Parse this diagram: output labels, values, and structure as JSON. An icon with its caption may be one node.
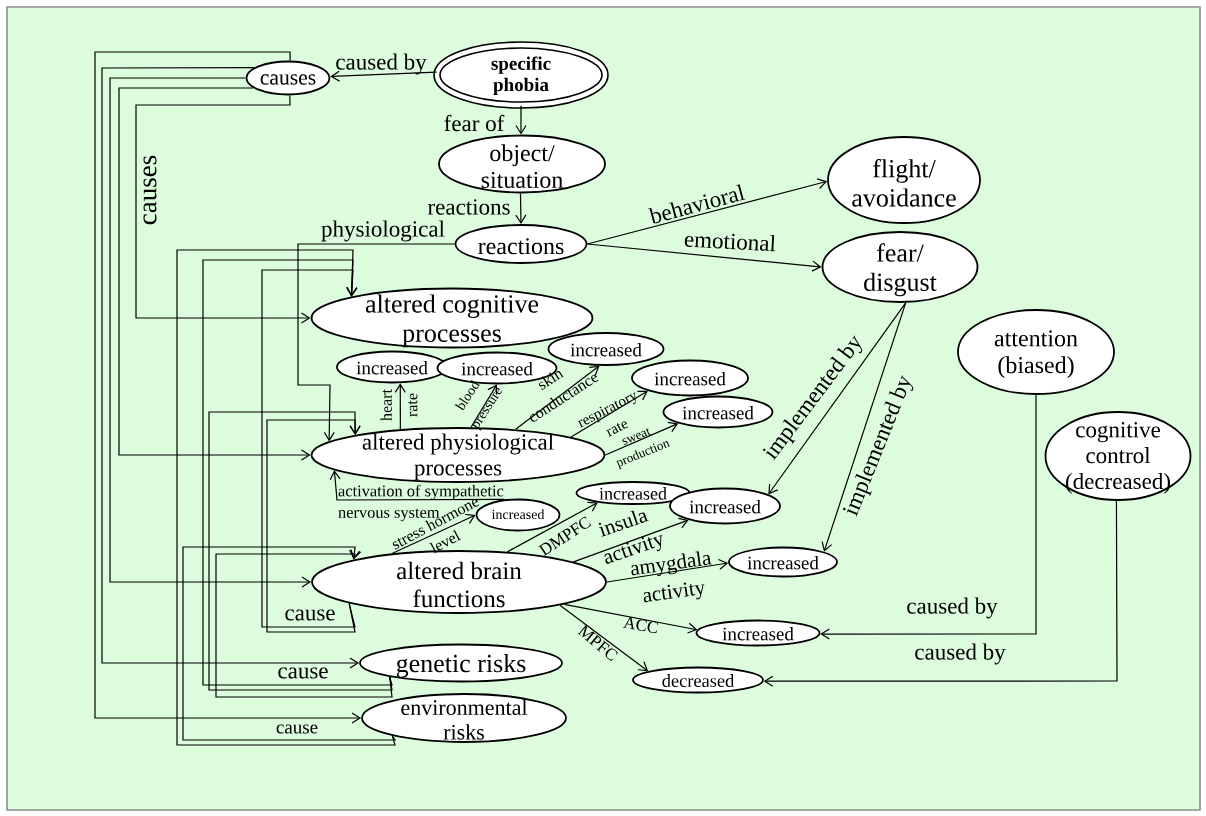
{
  "diagram": {
    "nodes": [
      {
        "text": [
          "causes"
        ]
      },
      {
        "text": [
          "specific phobia"
        ]
      },
      {
        "text": [
          "object/ situation"
        ]
      },
      {
        "text": [
          "reactions"
        ]
      },
      {
        "text": [
          "flight/ avoidance"
        ]
      },
      {
        "text": [
          "fear/ disgust"
        ]
      },
      {
        "text": [
          "altered cognitive processes"
        ]
      },
      {
        "text": [
          "increased"
        ]
      },
      {
        "text": [
          "increased"
        ]
      },
      {
        "text": [
          "increased"
        ]
      },
      {
        "text": [
          "increased"
        ]
      },
      {
        "text": [
          "increased"
        ]
      },
      {
        "text": [
          "altered physiological processes"
        ]
      },
      {
        "text": [
          "increased"
        ]
      },
      {
        "text": [
          "increased"
        ]
      },
      {
        "text": [
          "increased"
        ]
      },
      {
        "text": [
          "altered brain functions"
        ]
      },
      {
        "text": [
          "increased"
        ]
      },
      {
        "text": [
          "attention (biased)"
        ]
      },
      {
        "text": [
          "cognitive control (decreased)"
        ]
      },
      {
        "text": [
          "increased"
        ]
      },
      {
        "text": [
          "decreased"
        ]
      },
      {
        "text": [
          "genetic risks"
        ]
      },
      {
        "text": [
          "environmental risks"
        ]
      }
    ],
    "edges": [
      {
        "from": 1,
        "to": 0,
        "arrow": "to",
        "label": "caused by"
      },
      {
        "from": 1,
        "to": 2,
        "arrow": "to",
        "label": "fear of"
      },
      {
        "from": 2,
        "to": 3,
        "arrow": "to",
        "label": "reactions"
      },
      {
        "from": 3,
        "to": 4,
        "arrow": "to",
        "label": "behavioral"
      },
      {
        "from": 3,
        "to": 5,
        "arrow": "to",
        "label": "emotional"
      },
      {
        "from": 3,
        "to": 12,
        "arrow": "to",
        "label": "physiological"
      },
      {
        "from": 0,
        "to": 6,
        "arrow": "to",
        "label": "causes"
      },
      {
        "from": 0,
        "to": 12,
        "arrow": "to"
      },
      {
        "from": 0,
        "to": 16,
        "arrow": "to"
      },
      {
        "from": 0,
        "to": 22,
        "arrow": "to"
      },
      {
        "from": 0,
        "to": 23,
        "arrow": "to"
      },
      {
        "from": 15,
        "to": 12,
        "arrow": "to",
        "label": "activation of sympathetic nervous system"
      },
      {
        "from": 12,
        "to": 7,
        "arrow": "to",
        "label": "heart rate"
      },
      {
        "from": 12,
        "to": 8,
        "arrow": "to",
        "label": "blood pressure"
      },
      {
        "from": 12,
        "to": 9,
        "arrow": "to",
        "label": "skin conductance"
      },
      {
        "from": 12,
        "to": 10,
        "arrow": "to",
        "label": "respiratory rate"
      },
      {
        "from": 12,
        "to": 11,
        "arrow": "to",
        "label": "sweat production"
      },
      {
        "from": 16,
        "to": 15,
        "arrow": "to",
        "label": "stress hormone level"
      },
      {
        "from": 16,
        "to": 13,
        "arrow": "to",
        "label": "DMPFC"
      },
      {
        "from": 16,
        "to": 14,
        "arrow": "to",
        "label": "insula activity"
      },
      {
        "from": 16,
        "to": 17,
        "arrow": "to",
        "label": "amygdala activity"
      },
      {
        "from": 16,
        "to": 20,
        "arrow": "to",
        "label": "ACC"
      },
      {
        "from": 16,
        "to": 21,
        "arrow": "to",
        "label": "MPFC"
      },
      {
        "from": 5,
        "to": 14,
        "arrow": "to",
        "label": "implemented by"
      },
      {
        "from": 5,
        "to": 17,
        "arrow": "to",
        "label": "implemented by"
      },
      {
        "from": 18,
        "to": 20,
        "arrow": "to",
        "label": "caused by"
      },
      {
        "from": 19,
        "to": 21,
        "arrow": "to",
        "label": "caused by"
      },
      {
        "from": 16,
        "to": 6,
        "arrow": "to",
        "label": "cause"
      },
      {
        "from": 16,
        "to": 12,
        "arrow": "to"
      },
      {
        "from": 22,
        "to": 6,
        "arrow": "to",
        "label": "cause"
      },
      {
        "from": 22,
        "to": 12,
        "arrow": "to"
      },
      {
        "from": 22,
        "to": 16,
        "arrow": "to"
      },
      {
        "from": 23,
        "to": 6,
        "arrow": "to",
        "label": "cause"
      },
      {
        "from": 23,
        "to": 16,
        "arrow": "to"
      }
    ]
  }
}
